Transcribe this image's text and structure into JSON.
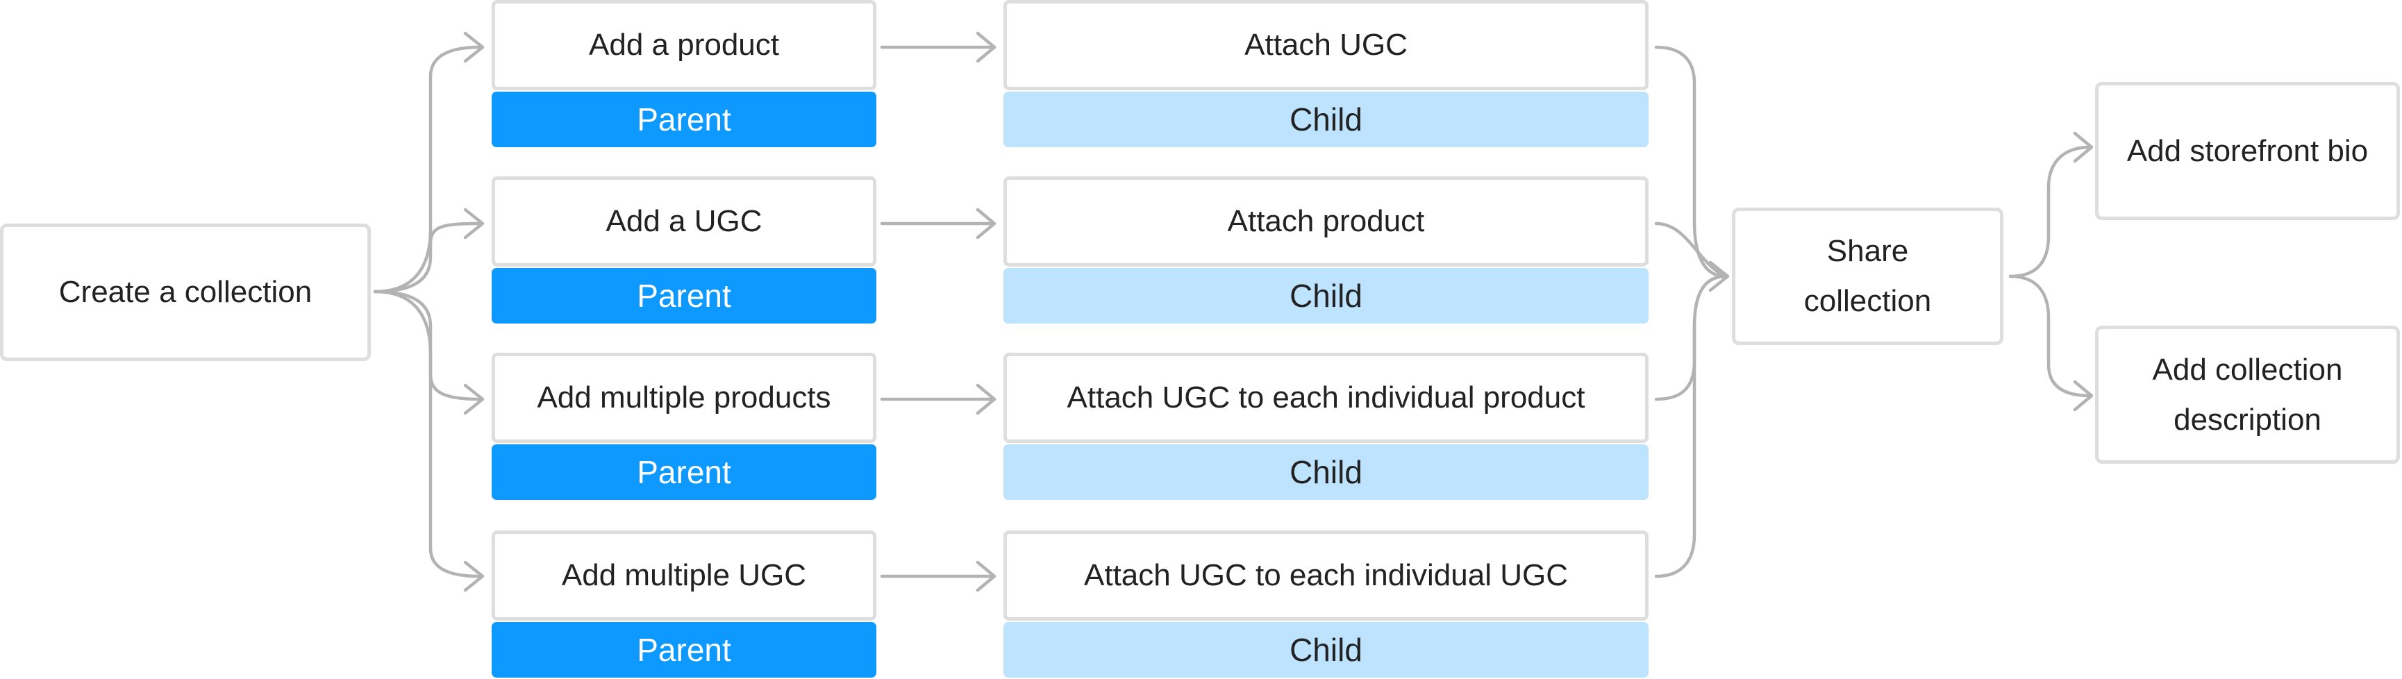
{
  "root": {
    "label": "Create a collection"
  },
  "branches": [
    {
      "parent": {
        "label": "Add a product",
        "tag": "Parent"
      },
      "child": {
        "label": "Attach UGC",
        "tag": "Child"
      }
    },
    {
      "parent": {
        "label": "Add a UGC",
        "tag": "Parent"
      },
      "child": {
        "label": "Attach product",
        "tag": "Child"
      }
    },
    {
      "parent": {
        "label": "Add multiple products",
        "tag": "Parent"
      },
      "child": {
        "label": "Attach UGC to each individual product",
        "tag": "Child"
      }
    },
    {
      "parent": {
        "label": "Add multiple UGC",
        "tag": "Parent"
      },
      "child": {
        "label": "Attach UGC to each individual UGC",
        "tag": "Child"
      }
    }
  ],
  "share": {
    "label": "Share collection"
  },
  "outcomes": [
    {
      "label": "Add storefront bio"
    },
    {
      "label": "Add collection description"
    }
  ],
  "colors": {
    "parent_tag": "#0d99ff",
    "child_tag": "#bde3ff",
    "connector": "#b3b3b3",
    "box_border": "#dedede"
  }
}
